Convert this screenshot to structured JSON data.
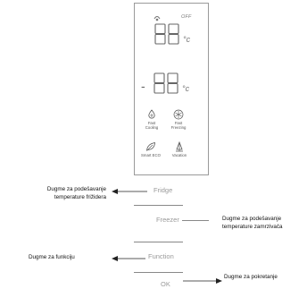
{
  "display": {
    "off_label": "OFF",
    "fridge_unit": "°c",
    "freezer_unit": "°c",
    "fridge_sign": "",
    "freezer_sign": "-",
    "features": [
      {
        "label_line1": "Fast",
        "label_line2": "Cooling",
        "icon": "snowflake-drop-icon"
      },
      {
        "label_line1": "Fast",
        "label_line2": "Freezing",
        "icon": "snowflake-icon"
      },
      {
        "label_line1": "Smart ECO",
        "label_line2": "",
        "icon": "leaf-icon"
      },
      {
        "label_line1": "Vacation",
        "label_line2": "",
        "icon": "vacation-icon"
      }
    ]
  },
  "buttons": {
    "fridge": "Fridge",
    "freezer": "Freezer",
    "function": "Function",
    "ok": "OK"
  },
  "annotations": {
    "fridge": [
      "Dugme za podešavanje",
      "temperature frižidera"
    ],
    "freezer": [
      "Dugme za podešavanje",
      "temperature zamrzivača"
    ],
    "function": [
      "Dugme za funkciju"
    ],
    "ok": [
      "Dugme za pokretanje"
    ]
  }
}
